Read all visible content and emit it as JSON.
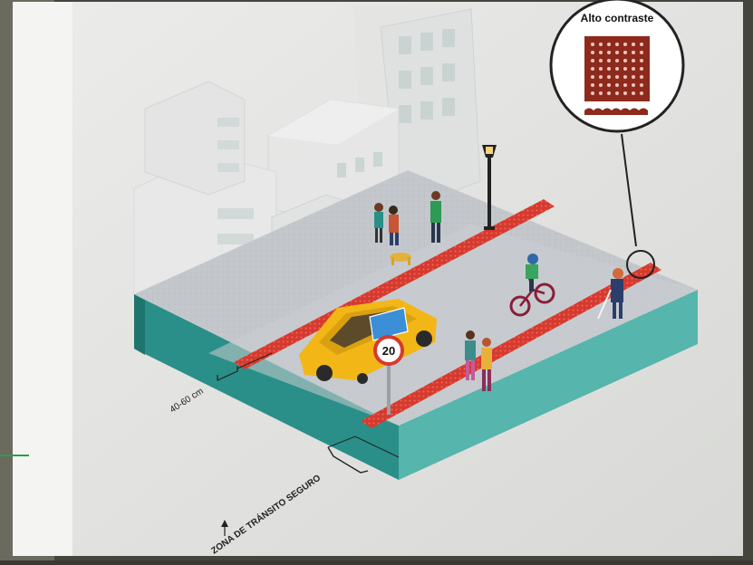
{
  "callout": {
    "title": "Alto contraste"
  },
  "curb_height_label": "40-60 cm",
  "speed_sign": {
    "value": "20"
  },
  "safe_zone_label": "ZONA DE TRÁNSITO SEGURO",
  "colors": {
    "platform_top": "#c3c7cb",
    "platform_side": "#2a8f88",
    "tactile_strip": "#d63a2f",
    "car": "#f2b617",
    "tactile_tile": "#8e2a1d"
  }
}
